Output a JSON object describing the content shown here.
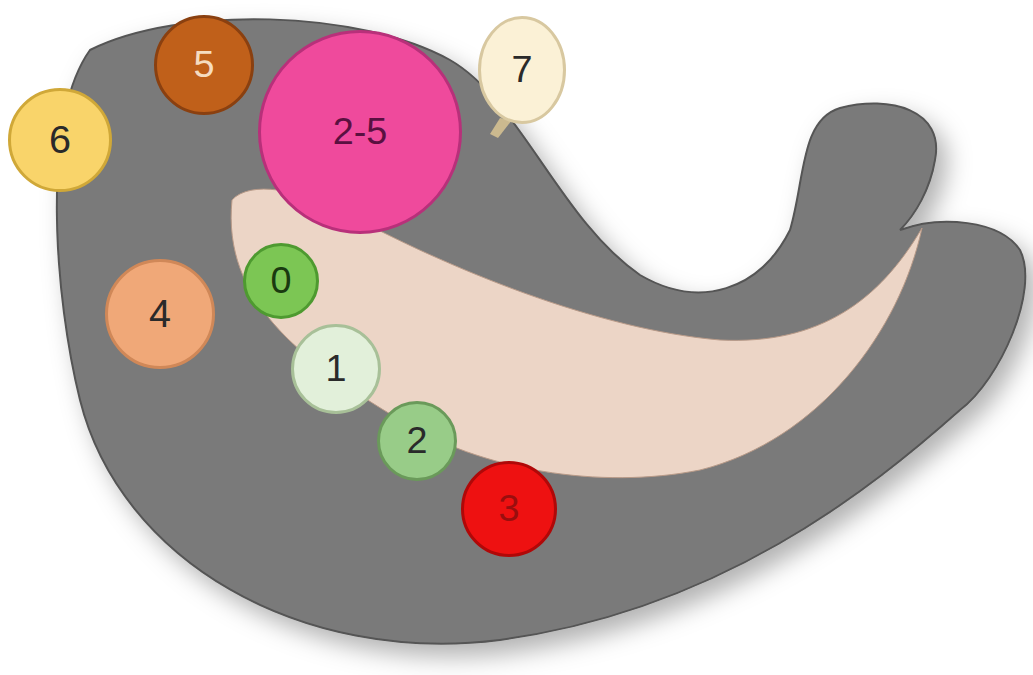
{
  "diagram": {
    "nodes": [
      {
        "text": [
          "5"
        ]
      },
      {
        "text": [
          "2-5"
        ]
      },
      {
        "text": [
          "7"
        ]
      },
      {
        "text": [
          "6"
        ]
      },
      {
        "text": [
          "0"
        ]
      },
      {
        "text": [
          "4"
        ]
      },
      {
        "text": [
          "1"
        ]
      },
      {
        "text": [
          "2"
        ]
      },
      {
        "text": [
          "3"
        ]
      }
    ]
  }
}
